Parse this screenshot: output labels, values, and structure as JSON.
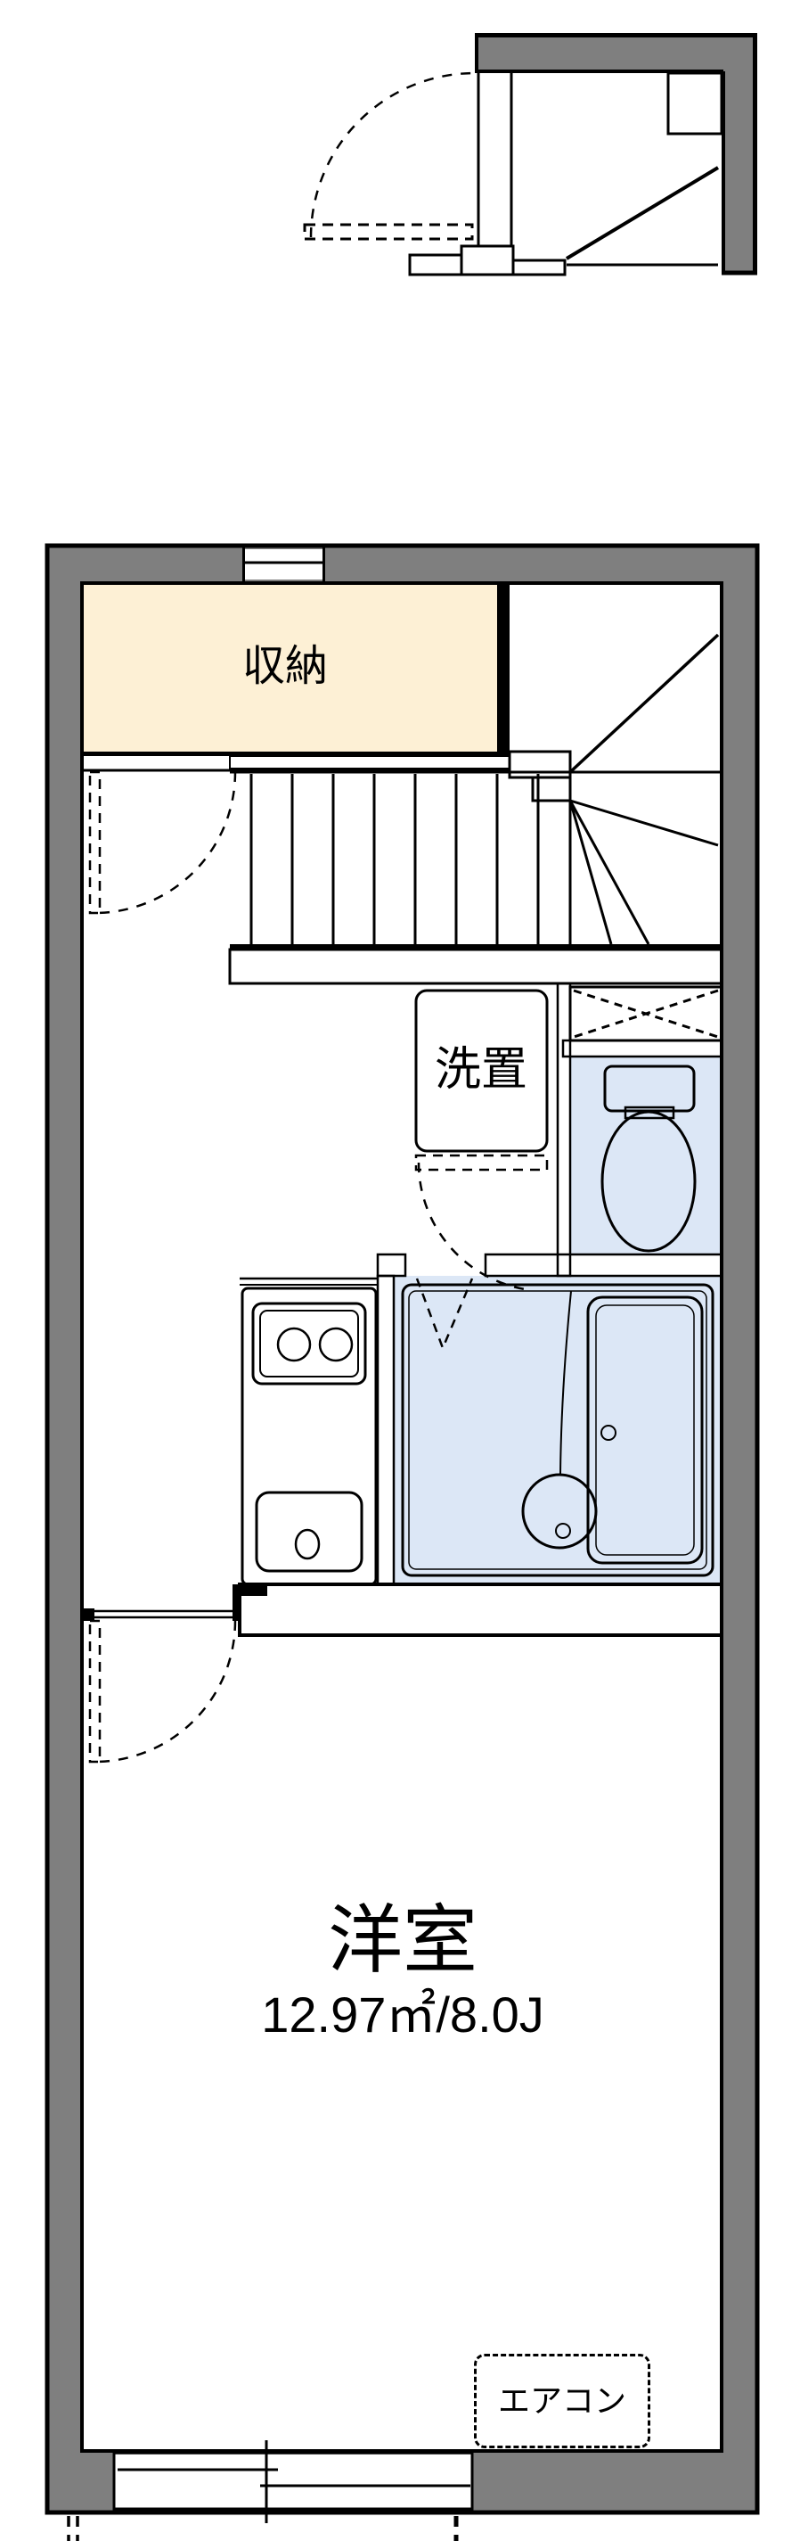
{
  "colors": {
    "wall_gray": "#7f7f7f",
    "storage_cream": "#fdf0d5",
    "wet_blue": "#dce7f6",
    "line_black": "#000000",
    "background": "#ffffff"
  },
  "rooms": {
    "storage": {
      "label": "収納"
    },
    "laundry_space": {
      "label": "洗置"
    },
    "western_room": {
      "label": "洋室",
      "area": "12.97㎡/8.0J"
    },
    "air_conditioner": {
      "label": "エアコン"
    }
  }
}
